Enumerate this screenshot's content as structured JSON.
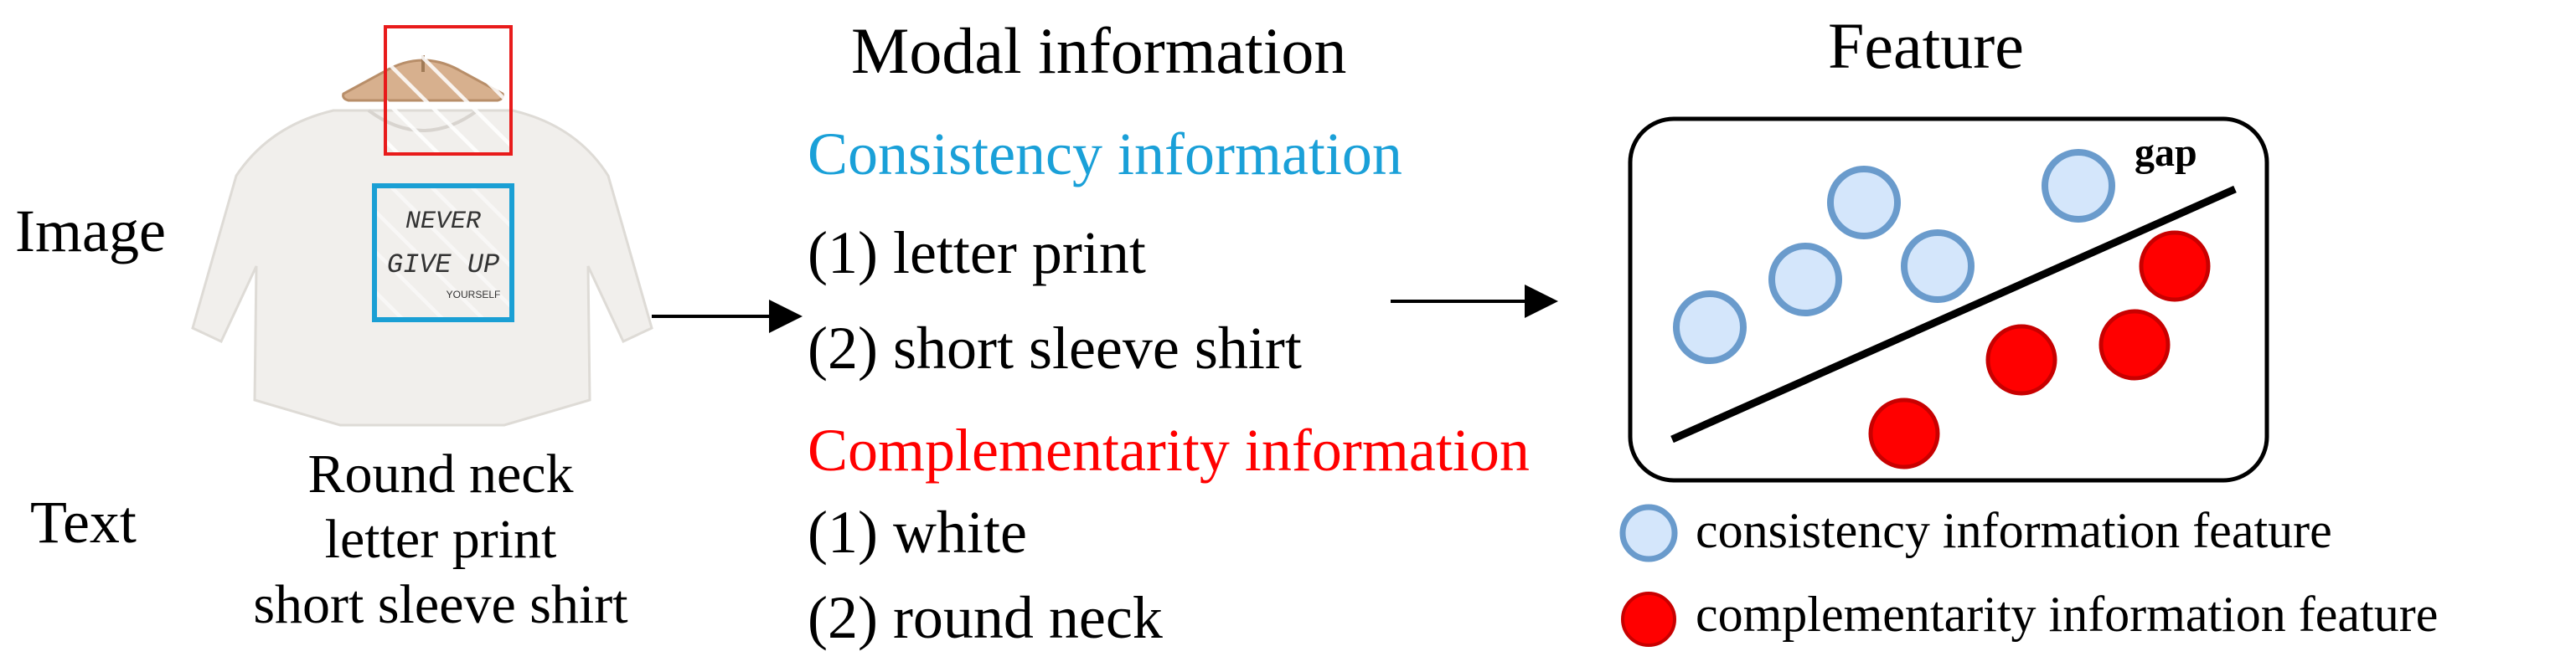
{
  "row_labels": {
    "image": "Image",
    "text": "Text"
  },
  "product_text": [
    "Round neck",
    "letter print",
    "short sleeve shirt"
  ],
  "shirt_print": [
    "NEVER",
    "GIVE UP",
    "YOURSELF"
  ],
  "modal": {
    "title": "Modal information",
    "consistency": {
      "title": "Consistency information",
      "items": [
        "(1) letter print",
        "(2) short sleeve shirt"
      ]
    },
    "complementarity": {
      "title": "Complementarity information",
      "items": [
        "(1) white",
        "(2) round neck"
      ]
    }
  },
  "feature": {
    "title": "Feature",
    "gap_label": "gap",
    "legend": {
      "consistency": "consistency information feature",
      "complementarity": "complementarity information feature"
    }
  },
  "colors": {
    "consistency": "#1aa0d8",
    "complementarity": "#ff0000",
    "consistency_fill": "#d4e6fb",
    "consistency_stroke": "#6a9bcc",
    "complementarity_fill": "#ff0000",
    "complementarity_stroke": "#c80000"
  }
}
